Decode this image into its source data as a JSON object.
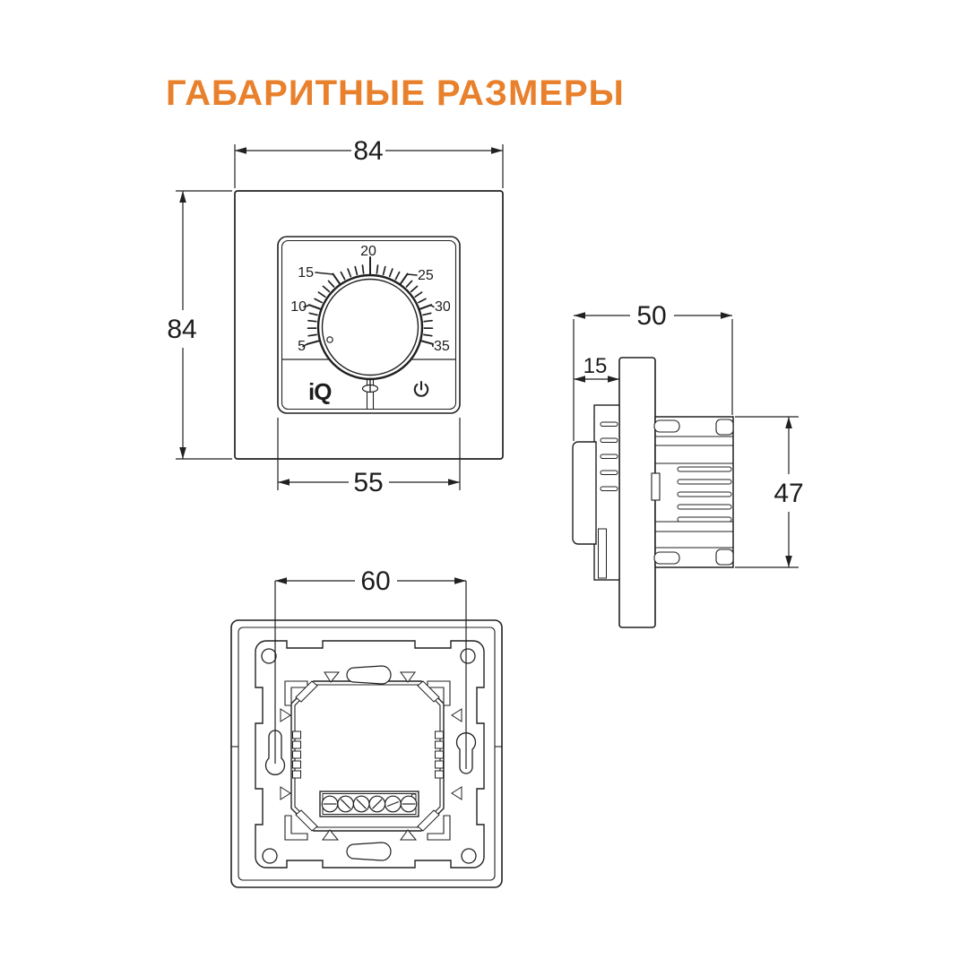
{
  "title": "ГАБАРИТНЫЕ РАЗМЕРЫ",
  "colors": {
    "accent_orange": "#E8802C",
    "line_color": "#212121",
    "background": "#FFFFFF"
  },
  "front_view": {
    "width_mm": "84",
    "height_mm": "84",
    "module_width_mm": "55",
    "dial_scale": [
      "5",
      "10",
      "15",
      "20",
      "25",
      "30",
      "35"
    ],
    "brand_label": "iQ",
    "icons": [
      "power-icon",
      "led-indicator",
      "dial-pointer-dot"
    ]
  },
  "side_view": {
    "total_depth_mm": "50",
    "front_depth_mm": "15",
    "body_height_mm": "47"
  },
  "back_view": {
    "mount_holes_spacing_mm": "60",
    "terminal_screws_count": "6"
  }
}
